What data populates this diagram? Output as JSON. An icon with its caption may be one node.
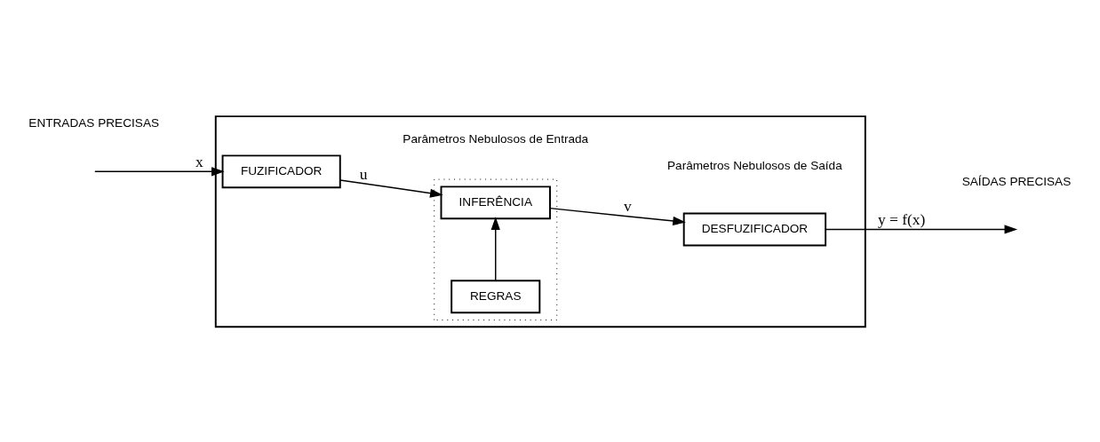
{
  "diagram": {
    "nodes": [
      {
        "text": [],
        "shape": "box"
      },
      {
        "text": [],
        "shape": "box",
        "in": 0
      },
      {
        "text": [
          "FUZIFICADOR"
        ],
        "in": 0
      },
      {
        "text": [
          "REGRAS"
        ],
        "in": 1
      },
      {
        "text": [
          "INFERÊNCIA"
        ],
        "in": 1
      },
      {
        "text": [
          "DESFUZIFICADOR"
        ],
        "in": 0
      }
    ],
    "edges": [
      {
        "from": null,
        "to": 2,
        "arrow": "to",
        "label": "x"
      },
      {
        "from": 2,
        "to": 4,
        "arrow": "to",
        "label": "u"
      },
      {
        "from": 3,
        "to": 4,
        "arrow": "to"
      },
      {
        "from": 4,
        "to": 5,
        "arrow": "to",
        "label": "v"
      },
      {
        "from": 5,
        "to": null,
        "arrow": "to",
        "label": "y = f(x)"
      }
    ],
    "labels": [
      "ENTRADAS PRECISAS",
      "SAÍDAS PRECISAS",
      "Parâmetros Nebulosos de Entrada",
      "Parâmetros Nebulosos de Saída"
    ]
  }
}
